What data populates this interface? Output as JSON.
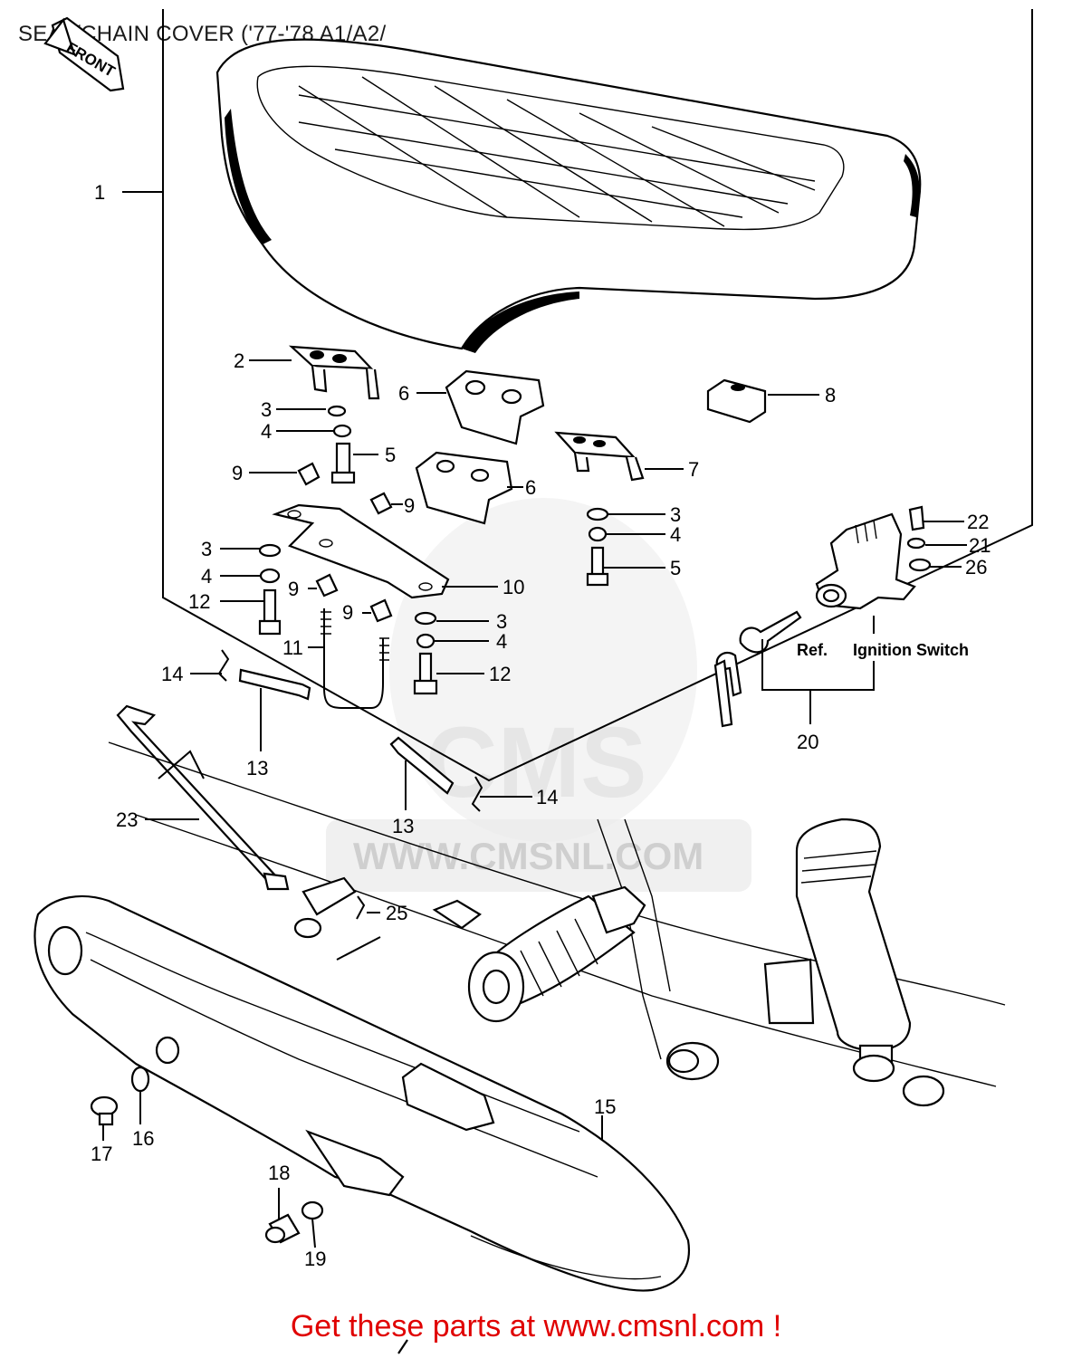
{
  "title": "SEAT/CHAIN COVER ('77-'78 A1/A2/",
  "front_arrow_label": "FRONT",
  "watermark": {
    "logo_text": "CMS",
    "site_text": "WWW.CMSNL.COM"
  },
  "callouts": {
    "c1": "1",
    "c2": "2",
    "c3a": "3",
    "c3b": "3",
    "c3c": "3",
    "c3d": "3",
    "c4a": "4",
    "c4b": "4",
    "c4c": "4",
    "c4d": "4",
    "c5a": "5",
    "c5b": "5",
    "c6a": "6",
    "c6b": "6",
    "c7": "7",
    "c8": "8",
    "c9a": "9",
    "c9b": "9",
    "c9c": "9",
    "c9d": "9",
    "c10": "10",
    "c11": "11",
    "c12a": "12",
    "c12b": "12",
    "c13a": "13",
    "c13b": "13",
    "c14a": "14",
    "c14b": "14",
    "c15": "15",
    "c16": "16",
    "c17": "17",
    "c18": "18",
    "c19": "19",
    "c20": "20",
    "c21": "21",
    "c22": "22",
    "c23": "23",
    "c25": "25",
    "c26": "26"
  },
  "labels": {
    "ref": "Ref.",
    "ignition_switch": "Ignition Switch"
  },
  "footer": {
    "text": "Get these parts at www.cmsnl.com !",
    "color": "#e00000"
  }
}
